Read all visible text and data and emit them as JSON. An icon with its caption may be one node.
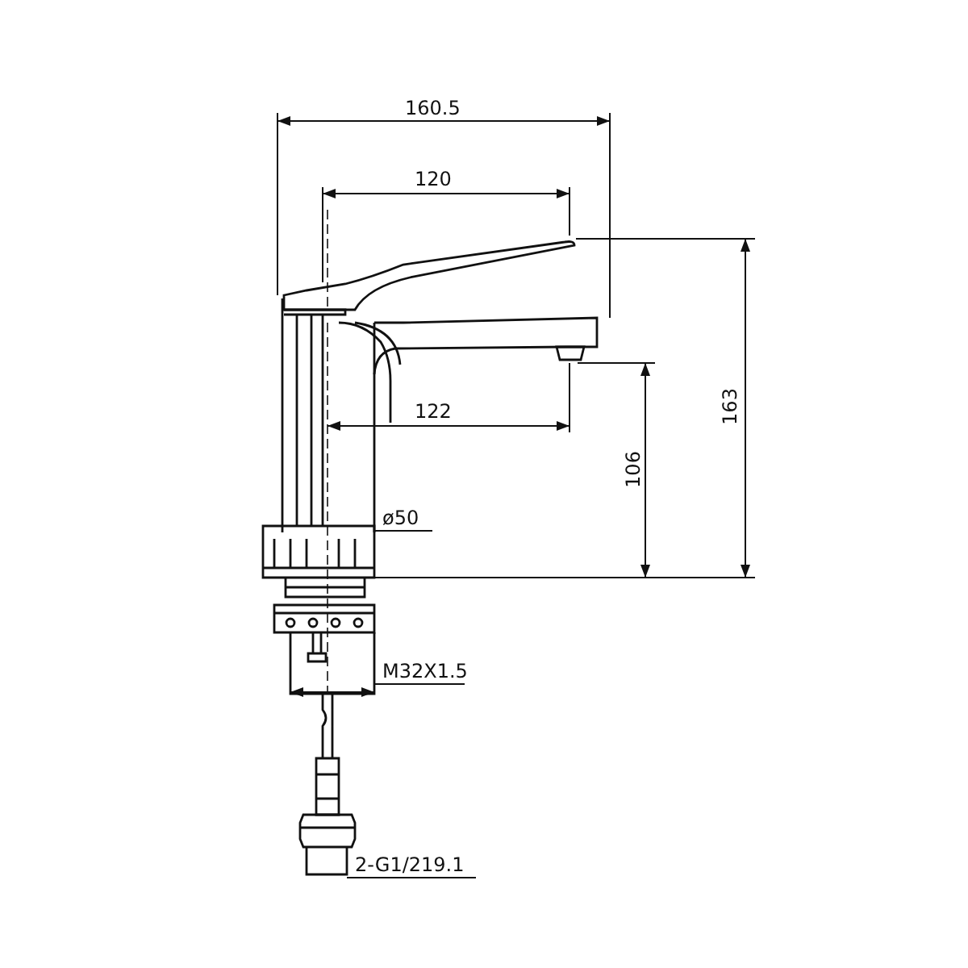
{
  "diagram": {
    "labels": [
      "160.5",
      "120",
      "163",
      "122",
      "106",
      "ø50",
      "M32X1.5",
      "2-G1/219.1"
    ]
  }
}
